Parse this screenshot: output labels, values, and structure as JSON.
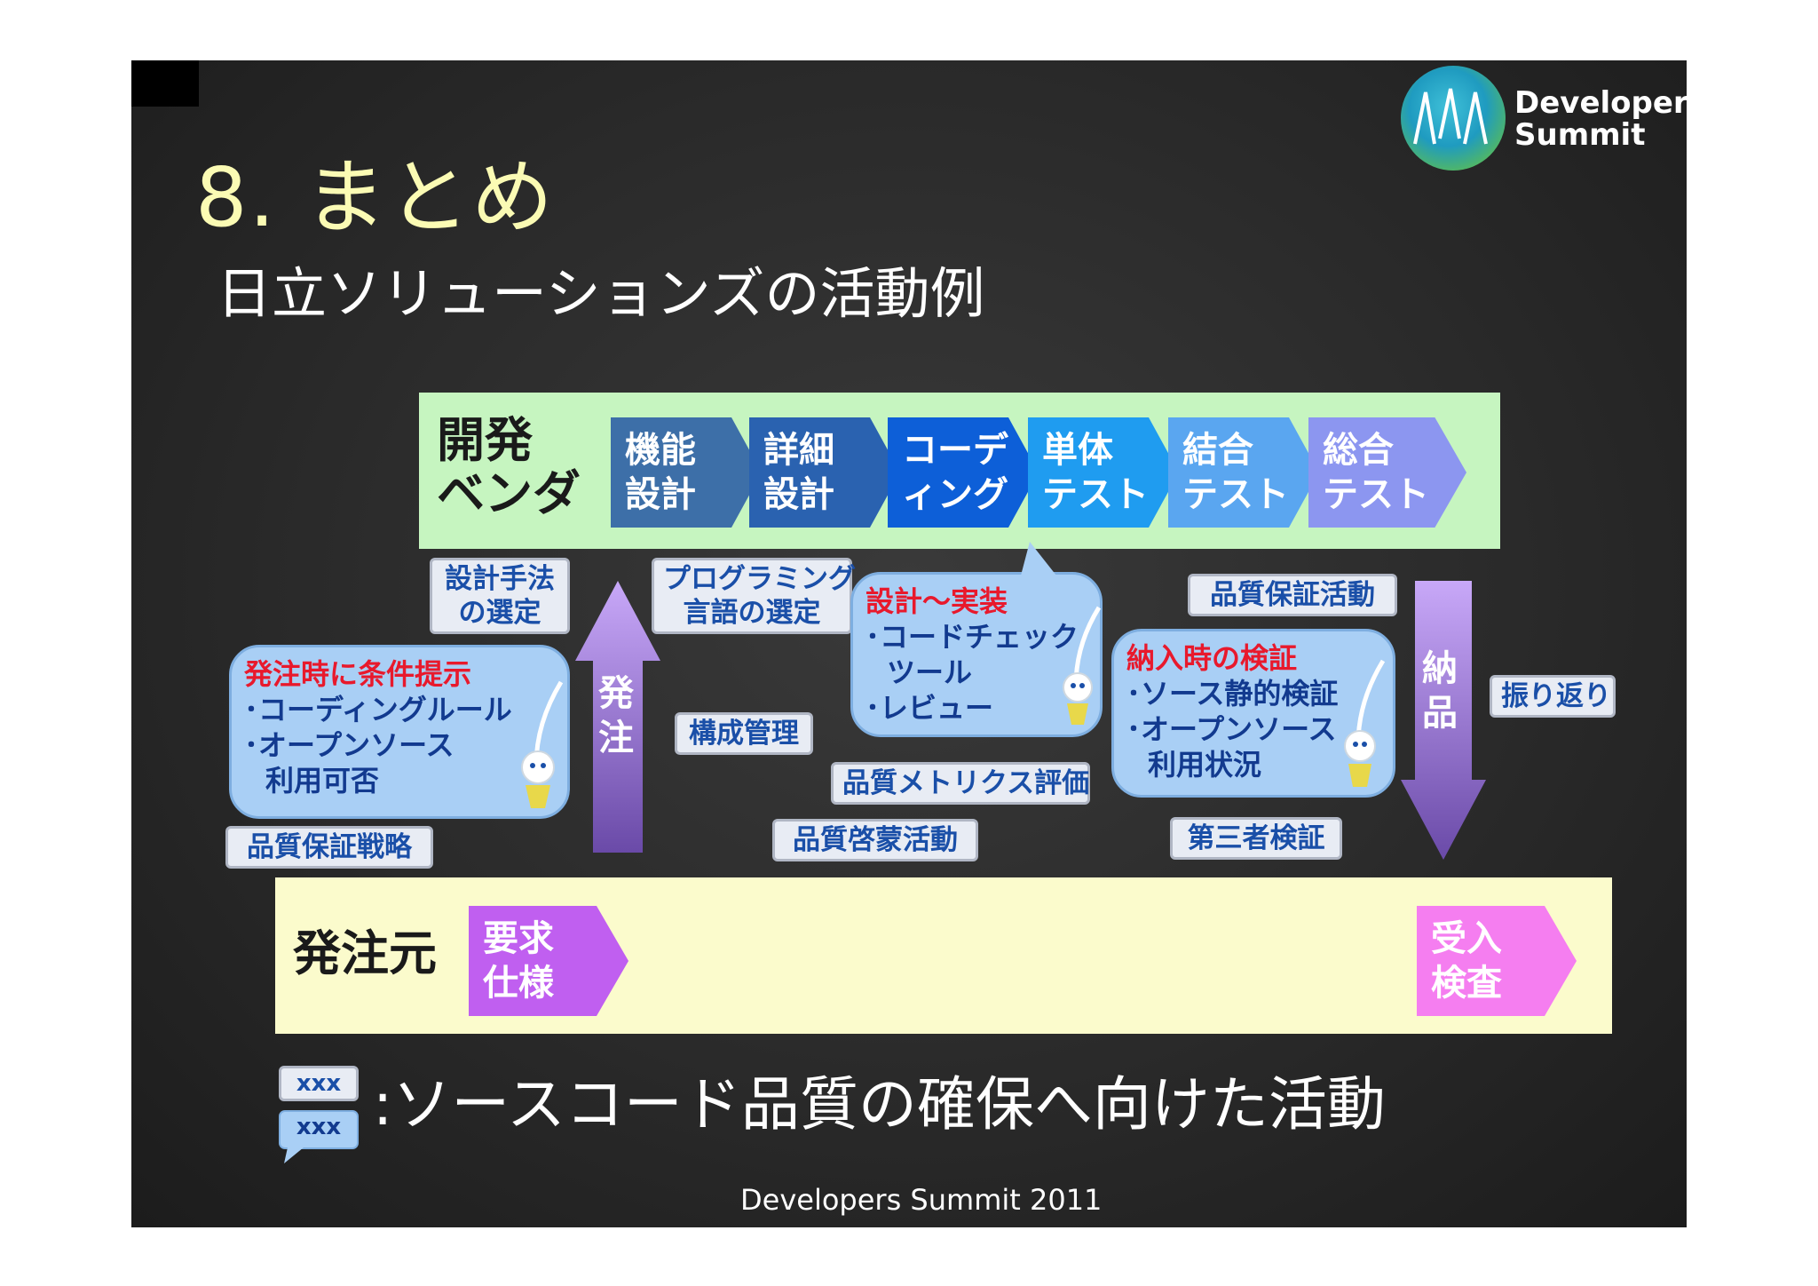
{
  "slide": {
    "title": "8. まとめ",
    "subtitle": "日立ソリューションズの活動例",
    "footer": "Developers Summit 2011",
    "logo": {
      "line1": "Developers",
      "line2": "Summit",
      "icon": "trees-logo-icon"
    }
  },
  "vendor": {
    "label_line1": "開発",
    "label_line2": "ベンダ",
    "phases": [
      {
        "line1": "機能",
        "line2": "設計",
        "color": "#3d6fa8"
      },
      {
        "line1": "詳細",
        "line2": "設計",
        "color": "#2a62b0"
      },
      {
        "line1": "コーデ",
        "line2": "ィング",
        "color": "#0d5fd8"
      },
      {
        "line1": "単体",
        "line2": "テスト",
        "color": "#1f9cf0"
      },
      {
        "line1": "結合",
        "line2": "テスト",
        "color": "#5aa6f0"
      },
      {
        "line1": "総合",
        "line2": "テスト",
        "color": "#8c96f0"
      }
    ]
  },
  "client": {
    "label": "発注元",
    "req_line1": "要求",
    "req_line2": "仕様",
    "req_color": "#c05ff0",
    "acc_line1": "受入",
    "acc_line2": "検査",
    "acc_color": "#f57ef0"
  },
  "arrows": {
    "order_line1": "発",
    "order_line2": "注",
    "delivery_line1": "納",
    "delivery_line2": "品",
    "color_light": "#c8a8f8",
    "color_dark": "#6a4aa8"
  },
  "tags": {
    "design_method_line1": "設計手法",
    "design_method_line2": "の選定",
    "prog_lang_line1": "プログラミング",
    "prog_lang_line2": "言語の選定",
    "config_mgmt": "構成管理",
    "quality_metrics": "品質メトリクス評価",
    "quality_enlight": "品質啓蒙活動",
    "qa_strategy": "品質保証戦略",
    "qa_activity": "品質保証活動",
    "third_party": "第三者検証",
    "retrospective": "振り返り"
  },
  "bubbles": {
    "order": {
      "heading": "発注時に条件提示",
      "item1": "･コーディングルール",
      "item2": "･オープンソース",
      "item3": "利用可否"
    },
    "impl": {
      "heading": "設計～実装",
      "item1": "･コードチェック",
      "item2": "ツール",
      "item3": "･レビュー"
    },
    "delivery": {
      "heading": "納入時の検証",
      "item1": "･ソース静的検証",
      "item2": "･オープンソース",
      "item3": "利用状況"
    }
  },
  "legend": {
    "sample": "xxx",
    "sample2": "xxx",
    "text": ":ソースコード品質の確保へ向けた活動"
  }
}
